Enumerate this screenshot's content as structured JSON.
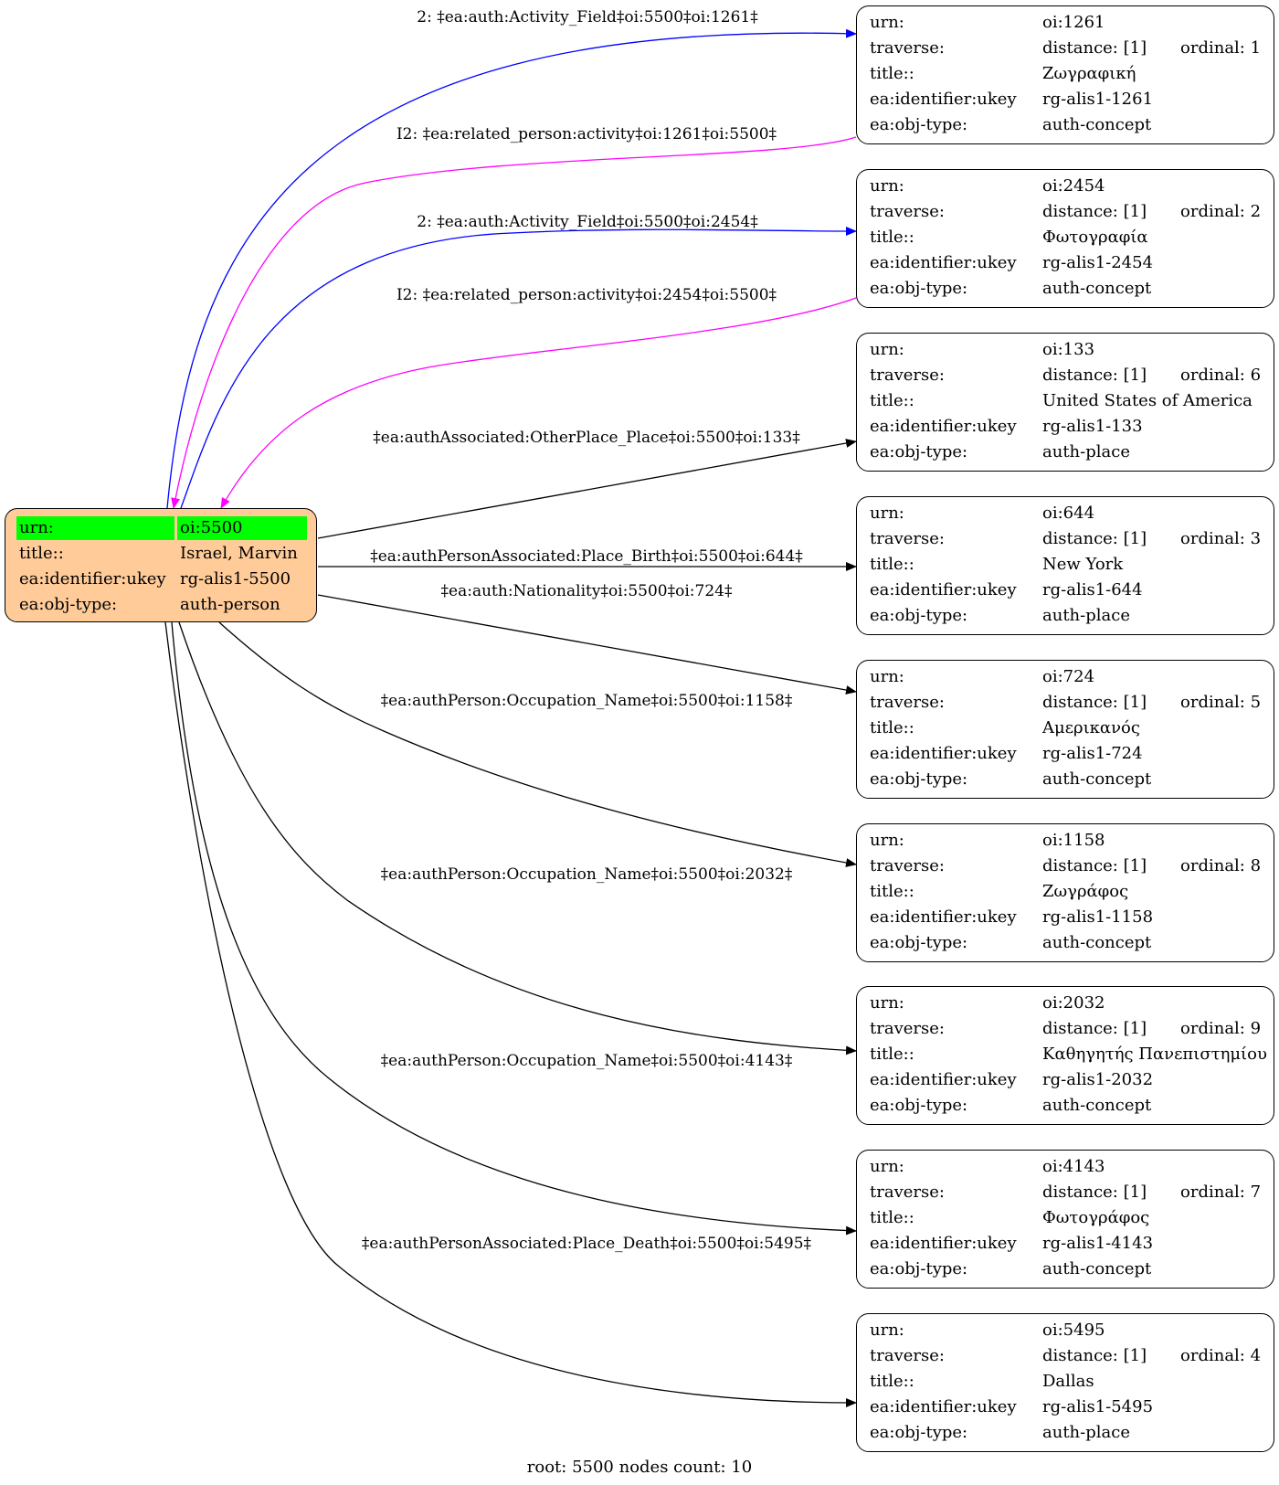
{
  "root": {
    "rows": [
      {
        "key": "urn:",
        "value": "oi:5500"
      },
      {
        "key": "title::",
        "value": "Israel, Marvin"
      },
      {
        "key": "ea:identifier:ukey",
        "value": "rg-alis1-5500"
      },
      {
        "key": "ea:obj-type:",
        "value": "auth-person"
      }
    ],
    "fill_color": "#ffcc99",
    "highlight_color": "#00ff00"
  },
  "nodes": [
    {
      "urn": "oi:1261",
      "distance": "distance: [1]",
      "ordinal": "ordinal: 1",
      "title": "Ζωγραφική",
      "ukey": "rg-alis1-1261",
      "objtype": "auth-concept"
    },
    {
      "urn": "oi:2454",
      "distance": "distance: [1]",
      "ordinal": "ordinal: 2",
      "title": "Φωτογραφία",
      "ukey": "rg-alis1-2454",
      "objtype": "auth-concept"
    },
    {
      "urn": "oi:133",
      "distance": "distance: [1]",
      "ordinal": "ordinal: 6",
      "title": "United States of America",
      "ukey": "rg-alis1-133",
      "objtype": "auth-place"
    },
    {
      "urn": "oi:644",
      "distance": "distance: [1]",
      "ordinal": "ordinal: 3",
      "title": "New York",
      "ukey": "rg-alis1-644",
      "objtype": "auth-place"
    },
    {
      "urn": "oi:724",
      "distance": "distance: [1]",
      "ordinal": "ordinal: 5",
      "title": "Αμερικανός",
      "ukey": "rg-alis1-724",
      "objtype": "auth-concept"
    },
    {
      "urn": "oi:1158",
      "distance": "distance: [1]",
      "ordinal": "ordinal: 8",
      "title": "Ζωγράφος",
      "ukey": "rg-alis1-1158",
      "objtype": "auth-concept"
    },
    {
      "urn": "oi:2032",
      "distance": "distance: [1]",
      "ordinal": "ordinal: 9",
      "title": "Καθηγητής Πανεπιστημίου",
      "ukey": "rg-alis1-2032",
      "objtype": "auth-concept"
    },
    {
      "urn": "oi:4143",
      "distance": "distance: [1]",
      "ordinal": "ordinal: 7",
      "title": "Φωτογράφος",
      "ukey": "rg-alis1-4143",
      "objtype": "auth-concept"
    },
    {
      "urn": "oi:5495",
      "distance": "distance: [1]",
      "ordinal": "ordinal: 4",
      "title": "Dallas",
      "ukey": "rg-alis1-5495",
      "objtype": "auth-place"
    }
  ],
  "row_keys": {
    "urn": "urn:",
    "traverse": "traverse:",
    "title": "title::",
    "ukey": "ea:identifier:ukey",
    "objtype": "ea:obj-type:"
  },
  "edges": [
    {
      "label": "2: ‡ea:auth:Activity_Field‡oi:5500‡oi:1261‡",
      "color": "#0000ff"
    },
    {
      "label": "I2: ‡ea:related_person:activity‡oi:1261‡oi:5500‡",
      "color": "#ff00ff"
    },
    {
      "label": "2: ‡ea:auth:Activity_Field‡oi:5500‡oi:2454‡",
      "color": "#0000ff"
    },
    {
      "label": "I2: ‡ea:related_person:activity‡oi:2454‡oi:5500‡",
      "color": "#ff00ff"
    },
    {
      "label": "‡ea:authAssociated:OtherPlace_Place‡oi:5500‡oi:133‡",
      "color": "#000000"
    },
    {
      "label": "‡ea:authPersonAssociated:Place_Birth‡oi:5500‡oi:644‡",
      "color": "#000000"
    },
    {
      "label": "‡ea:auth:Nationality‡oi:5500‡oi:724‡",
      "color": "#000000"
    },
    {
      "label": "‡ea:authPerson:Occupation_Name‡oi:5500‡oi:1158‡",
      "color": "#000000"
    },
    {
      "label": "‡ea:authPerson:Occupation_Name‡oi:5500‡oi:2032‡",
      "color": "#000000"
    },
    {
      "label": "‡ea:authPerson:Occupation_Name‡oi:5500‡oi:4143‡",
      "color": "#000000"
    },
    {
      "label": "‡ea:authPersonAssociated:Place_Death‡oi:5500‡oi:5495‡",
      "color": "#000000"
    }
  ],
  "footer": "root: 5500 nodes count: 10"
}
